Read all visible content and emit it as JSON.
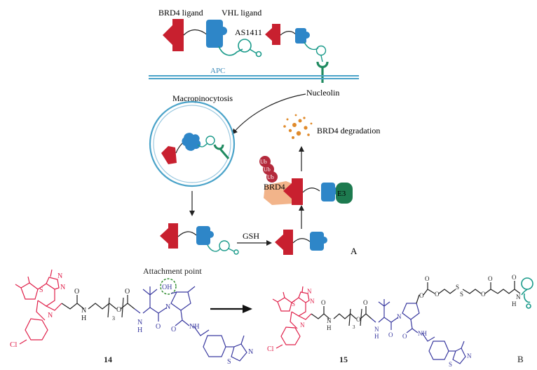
{
  "labels": {
    "brd4_ligand": "BRD4 ligand",
    "vhl_ligand": "VHL ligand",
    "aptamer": "AS1411",
    "apc": "APC",
    "nucleolin": "Nucleolin",
    "macropinocytosis": "Macropinocytosis",
    "brd4_degradation": "BRD4 degradation",
    "ub": "Ub",
    "brd4": "BRD4",
    "e3": "E3",
    "gsh": "GSH",
    "panel_a": "A",
    "attachment_point": "Attachment point",
    "panel_b": "B"
  },
  "structures": {
    "compound_14": {
      "label": "14",
      "atoms": {
        "s_thiophene": "S",
        "n_triazole_1": "N",
        "n_triazole_2": "N",
        "n_ring": "N",
        "chlorine": "Cl",
        "carbonyl_o_1": "O",
        "nh_1_n": "N",
        "nh_1_h": "H",
        "ether_o": "O",
        "peg_repeat": "3",
        "carbonyl_o_2": "O",
        "nh_2_n": "N",
        "nh_2_h": "H",
        "carbonyl_o_3": "O",
        "pyrrolidine_n": "N",
        "hydroxyl": "OH",
        "carbonyl_o_4": "O",
        "nh_3": "NH",
        "s_thiazole": "S",
        "n_thiazole": "N"
      }
    },
    "compound_15": {
      "label": "15",
      "atoms": {
        "s_thiophene": "S",
        "n_triazole_1": "N",
        "n_triazole_2": "N",
        "n_ring": "N",
        "chlorine": "Cl",
        "carbonyl_o_1": "O",
        "nh_1_n": "N",
        "nh_1_h": "H",
        "ether_o": "O",
        "peg_repeat": "3",
        "carbonyl_o_2": "O",
        "nh_2_n": "N",
        "nh_2_h": "H",
        "carbonyl_o_3": "O",
        "pyrrolidine_n": "N",
        "carbonate_o_1": "O",
        "carbonate_o_2": "O",
        "disulfide_s_1": "S",
        "disulfide_s_2": "S",
        "ester_o": "O",
        "carbonyl_o_4": "O",
        "carbonyl_o_5": "O",
        "carbonyl_o_6": "O",
        "nh_end_n": "N",
        "nh_end_h": "H",
        "nh_3": "NH",
        "s_thiazole": "S",
        "n_thiazole": "N"
      }
    }
  },
  "colors": {
    "brd4_ligand": "#c8202f",
    "vhl_ligand": "#2e86c8",
    "aptamer": "#1a9a8a",
    "nucleolin": "#1f8a60",
    "membrane": "#4aa3c9",
    "e3": "#1d7a4f",
    "ub": "#b42a3c",
    "brd4_protein": "#f2b48a",
    "degradation": "#e08a2a",
    "bond_dark": "#222222",
    "structure_red": "#e0204a",
    "structure_blue": "#3a3aa0",
    "structure_teal": "#1a9a8a",
    "attachment_circle": "#2a8a2a"
  }
}
